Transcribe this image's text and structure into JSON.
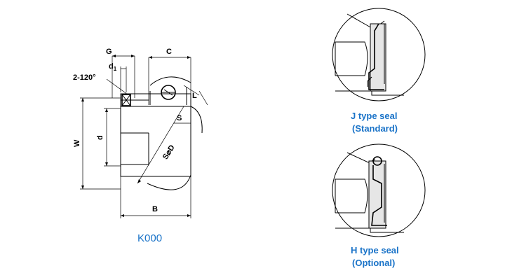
{
  "main_drawing": {
    "labels": {
      "g": "G",
      "c": "C",
      "d1": "d",
      "d1_sub": "1",
      "angle": "2-120°",
      "w": "W",
      "d": "d",
      "s": "S",
      "sd": "S⌀D",
      "b": "B",
      "l": "L"
    },
    "model": "K000"
  },
  "seals": {
    "j": {
      "line1": "J type seal",
      "line2": "(Standard)"
    },
    "h": {
      "line1": "H type seal",
      "line2": "(Optional)"
    }
  },
  "colors": {
    "caption": "#1a73c8",
    "line": "#000000",
    "seal_fill": "#e0e0e0"
  }
}
